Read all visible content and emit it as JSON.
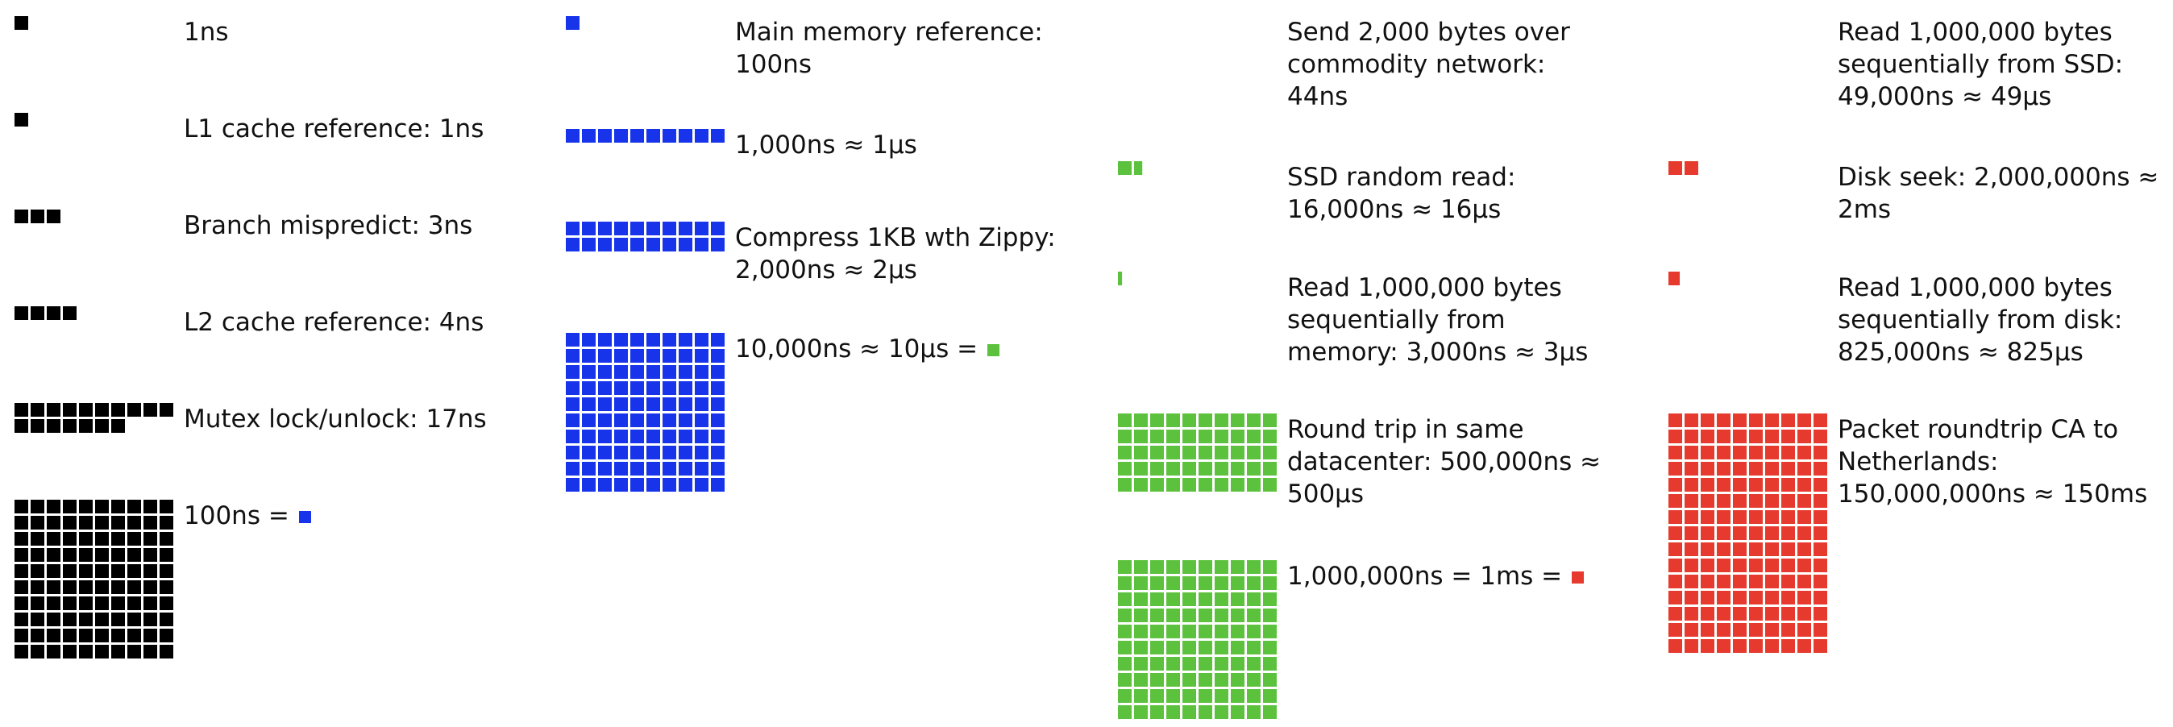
{
  "colors": {
    "ns": "#000000",
    "hundred_ns": "#1734ea",
    "ten_us": "#5cc23d",
    "one_ms": "#e73a2e",
    "background": "#ffffff"
  },
  "columns": [
    {
      "color": "#000000",
      "items": [
        {
          "label": "1ns",
          "units": 1,
          "shows_next_unit": false
        },
        {
          "label": "L1 cache reference: 1ns",
          "units": 1,
          "shows_next_unit": false
        },
        {
          "label": "Branch mispredict: 3ns",
          "units": 3,
          "shows_next_unit": false
        },
        {
          "label": "L2 cache reference: 4ns",
          "units": 4,
          "shows_next_unit": false
        },
        {
          "label": "Mutex lock/unlock: 17ns",
          "units": 17,
          "shows_next_unit": false
        },
        {
          "label": "100ns =",
          "units": 100,
          "shows_next_unit": true,
          "next_unit_color": "#1734ea"
        }
      ]
    },
    {
      "color": "#1734ea",
      "items": [
        {
          "label": "Main memory reference:\n100ns",
          "units": 1,
          "shows_next_unit": false
        },
        {
          "label": "1,000ns ≈ 1μs",
          "units": 10,
          "shows_next_unit": false
        },
        {
          "label": "Compress 1KB wth Zippy:\n2,000ns ≈ 2μs",
          "units": 20,
          "shows_next_unit": false
        },
        {
          "label": "10,000ns ≈ 10μs =",
          "units": 100,
          "shows_next_unit": true,
          "next_unit_color": "#5cc23d"
        }
      ]
    },
    {
      "color": "#5cc23d",
      "items": [
        {
          "label": "Send 2,000 bytes over\ncommodity network:\n44ns",
          "units": 0,
          "shows_next_unit": false
        },
        {
          "label": "SSD random read:\n16,000ns ≈ 16μs",
          "units": 1.6,
          "shows_next_unit": false
        },
        {
          "label": "Read 1,000,000 bytes\nsequentially from\nmemory: 3,000ns ≈ 3μs",
          "units": 0.3,
          "shows_next_unit": false
        },
        {
          "label": "Round trip in same\ndatacenter: 500,000ns ≈\n500μs",
          "units": 50,
          "shows_next_unit": false
        },
        {
          "label": "1,000,000ns = 1ms =",
          "units": 100,
          "shows_next_unit": true,
          "next_unit_color": "#e73a2e"
        }
      ]
    },
    {
      "color": "#e73a2e",
      "items": [
        {
          "label": "Read 1,000,000 bytes\nsequentially from SSD:\n49,000ns ≈ 49μs",
          "units": 0,
          "shows_next_unit": false
        },
        {
          "label": "Disk seek: 2,000,000ns ≈\n2ms",
          "units": 2,
          "shows_next_unit": false
        },
        {
          "label": "Read 1,000,000 bytes\nsequentially from disk:\n825,000ns ≈ 825μs",
          "units": 0.825,
          "shows_next_unit": false
        },
        {
          "label": "Packet roundtrip CA to\nNetherlands:\n150,000,000ns ≈ 150ms",
          "units": 150,
          "shows_next_unit": false
        }
      ]
    }
  ]
}
